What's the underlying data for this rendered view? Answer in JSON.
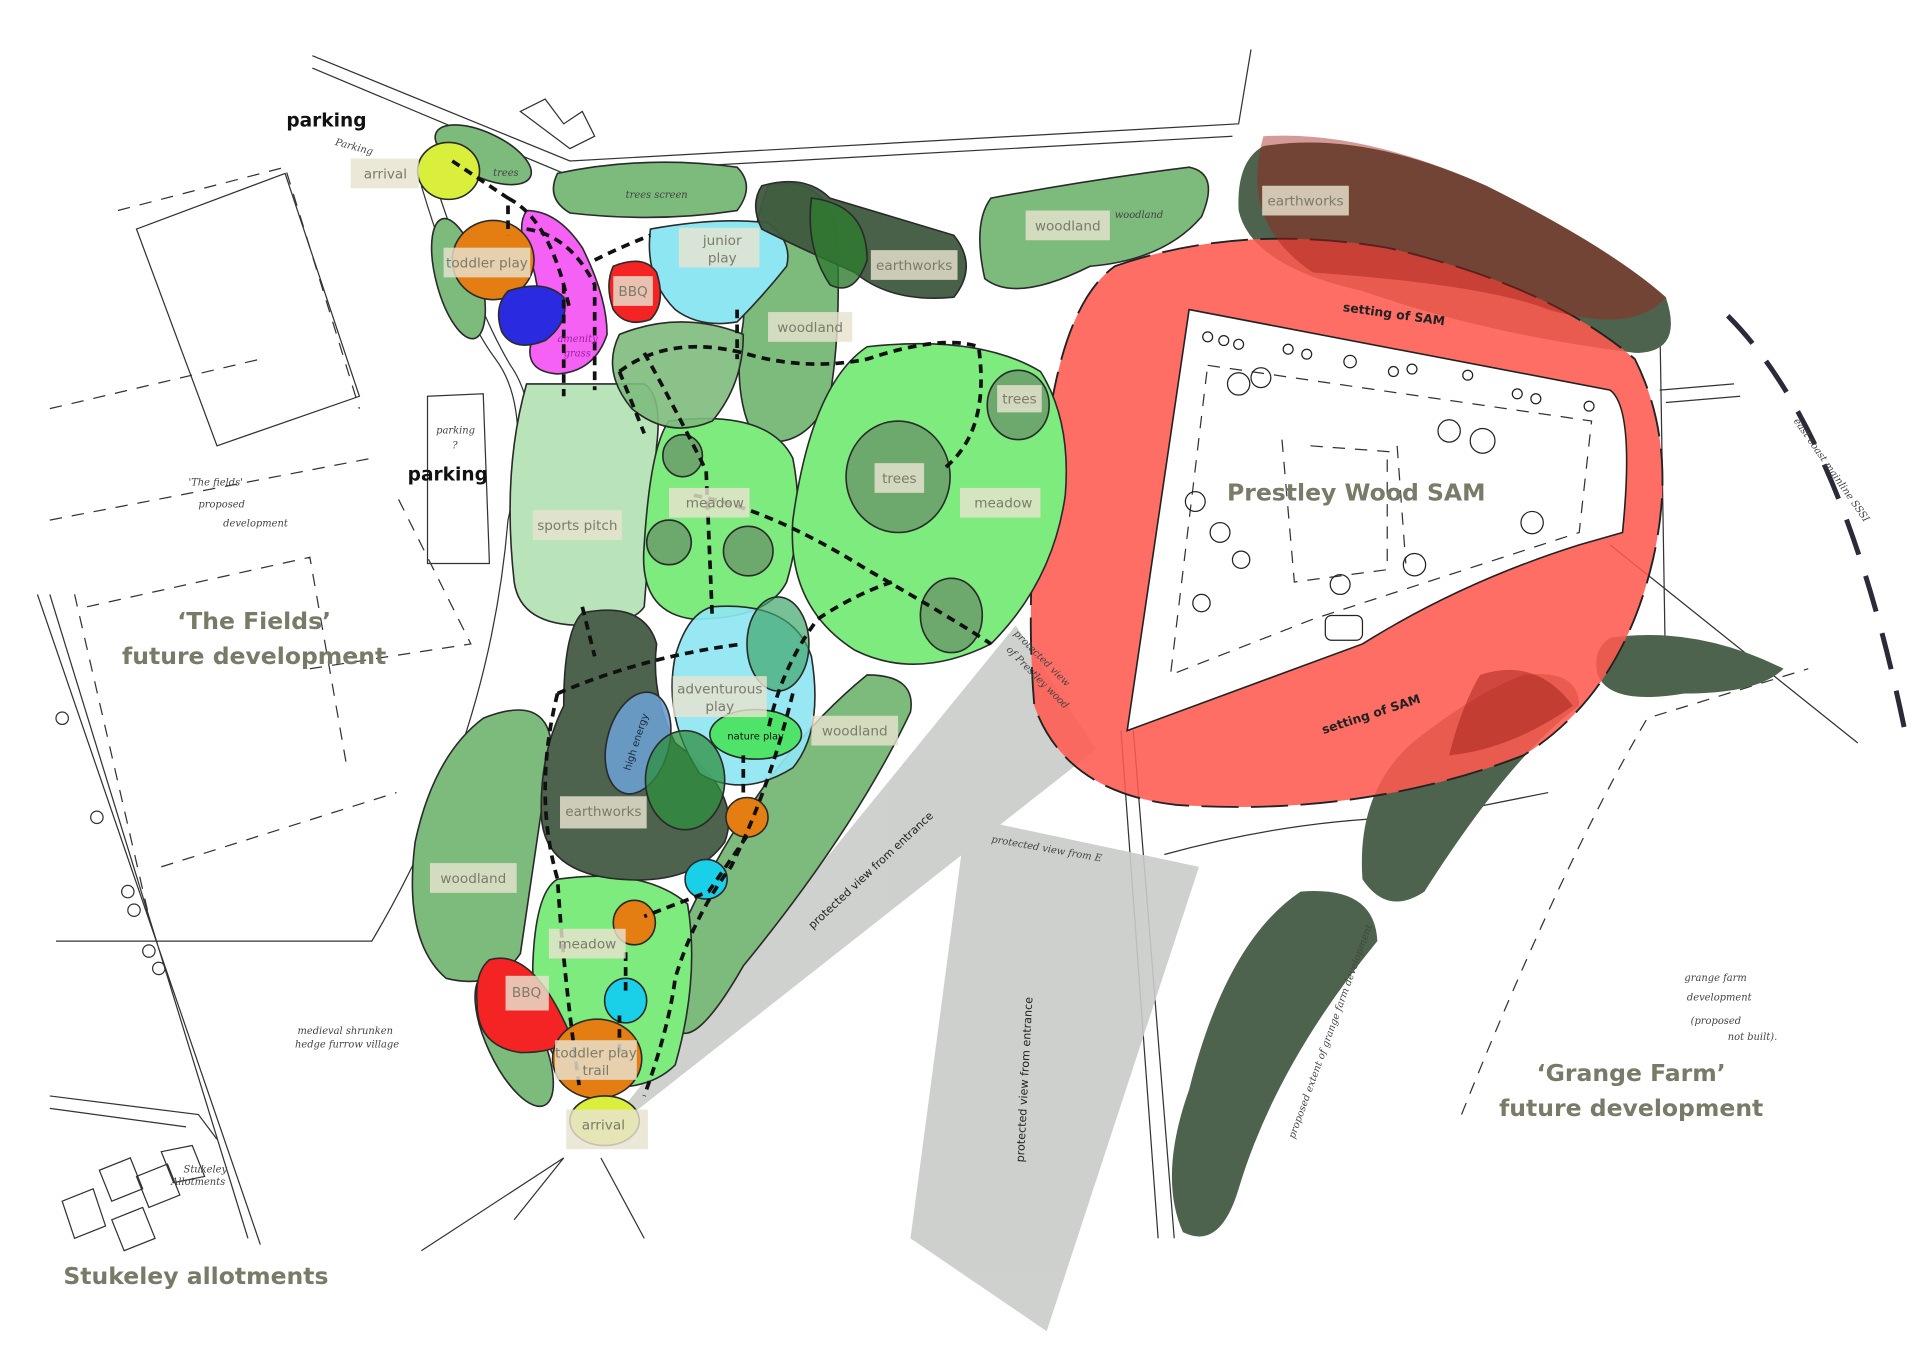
{
  "colors": {
    "woodland": "#7dbb7d",
    "meadow": "#7deb7d",
    "sports_pitch": "#b9e3b9",
    "earthworks": "#4d634d",
    "setting_of_sam": "#ff5a50",
    "junior_play": "#8ee6f2",
    "arrival": "#d9ef3c",
    "toddler_play": "#e47d12",
    "bbq": "#f52424",
    "amenity_grass": "#f461f4",
    "high_energy": "#6a9fd0",
    "nature_play": "#4fe36a",
    "protected_view": "#c9ccc9"
  },
  "labels": {
    "parking_top": "parking",
    "parking_mid": "parking",
    "arrival_top": "arrival",
    "toddler_play": "toddler play",
    "junior_play": [
      "junior",
      "play"
    ],
    "bbq_top": "BBQ",
    "earthworks_top": "earthworks",
    "woodland_top_mid": "woodland",
    "woodland_top_right": "woodland",
    "earthworks_far": "earthworks",
    "trees_right": "trees",
    "trees_center": "trees",
    "meadow_mid": "meadow",
    "meadow_right": "meadow",
    "sports_pitch": "sports pitch",
    "adventurous_play": [
      "adventurous",
      "play"
    ],
    "high_energy": "high energy",
    "nature_play": "nature play",
    "earthworks_mid": "earthworks",
    "woodland_lower_right": "woodland",
    "woodland_lower_left": "woodland",
    "meadow_bottom": "meadow",
    "bbq_bottom": "BBQ",
    "toddler_play_trail": [
      "toddler play",
      "trail"
    ],
    "arrival_bottom": "arrival",
    "setting_of_sam_top": "setting of SAM",
    "setting_of_sam_bottom": "setting of SAM",
    "prestley_wood": "Prestley Wood SAM",
    "protected_view_1": "protected view from entrance",
    "protected_view_2": "protected view from entrance",
    "the_fields": [
      "‘The Fields’",
      "future development"
    ],
    "grange_farm": [
      "‘Grange Farm’",
      "future development"
    ],
    "stukeley": "Stukeley allotments"
  },
  "handwritten": {
    "parking": "Parking",
    "trees_screen": "trees screen",
    "trees": "trees",
    "amenity_grass": [
      "amenity",
      "grass"
    ],
    "woodland": "woodland",
    "fields_note": [
      "'The fields'",
      "proposed",
      "development"
    ],
    "parking_q": [
      "parking",
      "?"
    ],
    "village": [
      "medieval shrunken",
      "hedge furrow village"
    ],
    "allotments": [
      "Stukeley",
      "Allotments"
    ],
    "view_prestley": [
      "protected view",
      "of Prestley wood"
    ],
    "view_from": "protected view from E",
    "grange_extent": "proposed extent of grange farm development",
    "grange_note": [
      "grange farm",
      "development",
      "(proposed",
      "not built)."
    ],
    "sssi": "east coast mainline SSSI"
  }
}
